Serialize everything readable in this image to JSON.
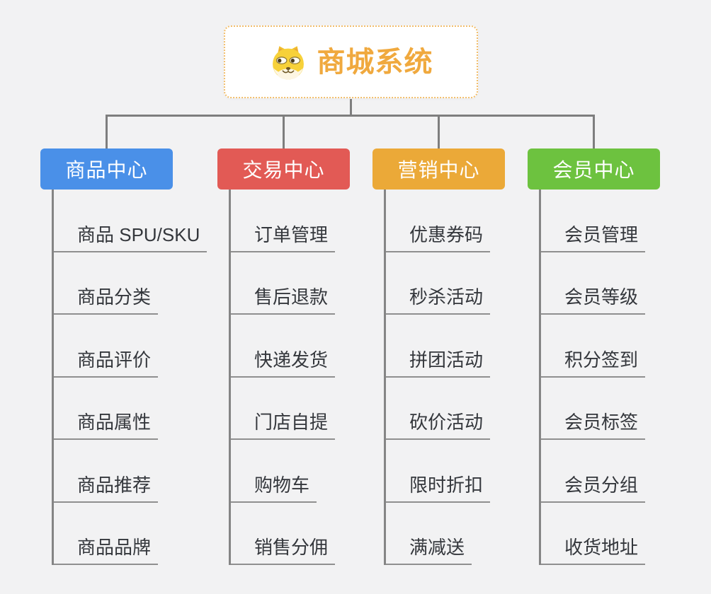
{
  "root": {
    "title": "商城系统",
    "title_color": "#F0A93E",
    "icon": "doge-icon"
  },
  "connector_color": "#7E7E7E",
  "branches": [
    {
      "label": "商品中心",
      "color": "#4A90E8",
      "items": [
        "商品 SPU/SKU",
        "商品分类",
        "商品评价",
        "商品属性",
        "商品推荐",
        "商品品牌"
      ]
    },
    {
      "label": "交易中心",
      "color": "#E25A55",
      "items": [
        "订单管理",
        "售后退款",
        "快递发货",
        "门店自提",
        "购物车",
        "销售分佣"
      ]
    },
    {
      "label": "营销中心",
      "color": "#EBA938",
      "items": [
        "优惠券码",
        "秒杀活动",
        "拼团活动",
        "砍价活动",
        "限时折扣",
        "满减送"
      ]
    },
    {
      "label": "会员中心",
      "color": "#6DC23F",
      "items": [
        "会员管理",
        "会员等级",
        "积分签到",
        "会员标签",
        "会员分组",
        "收货地址"
      ]
    }
  ]
}
